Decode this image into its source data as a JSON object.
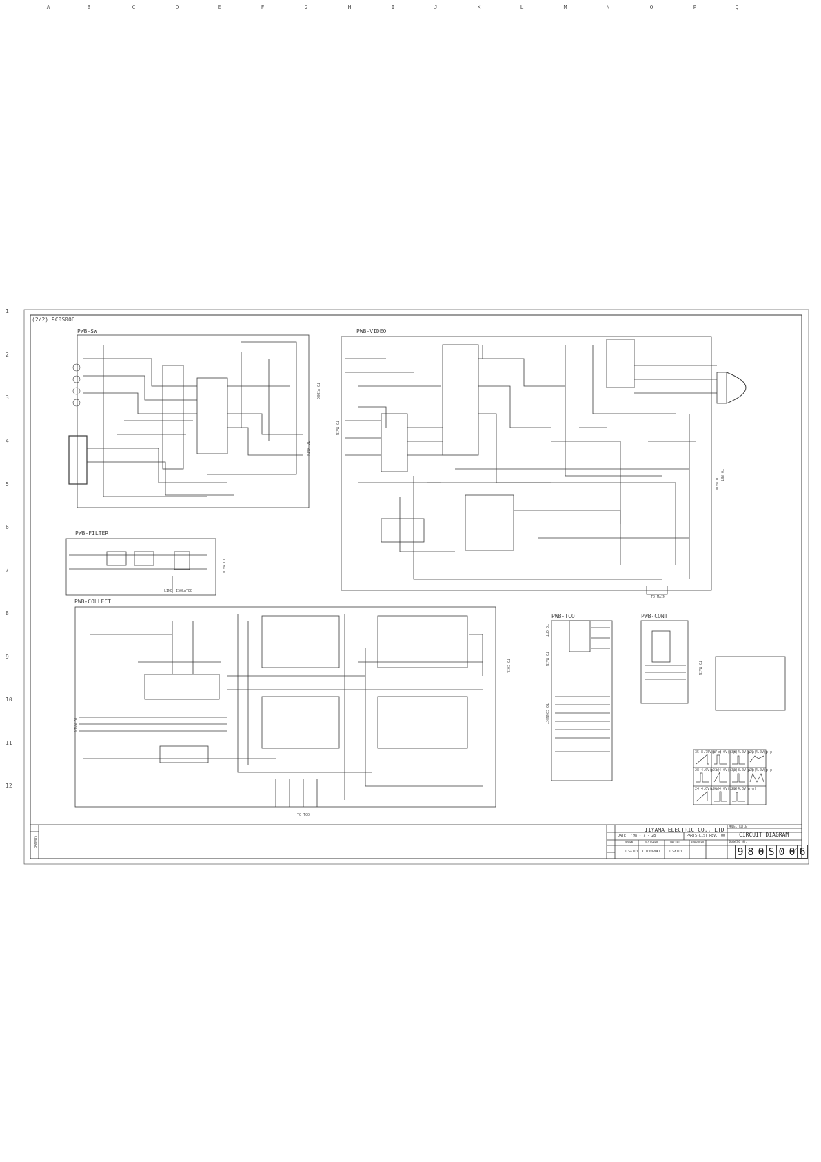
{
  "grid": {
    "columns": [
      "A",
      "B",
      "C",
      "D",
      "E",
      "F",
      "G",
      "H",
      "I",
      "J",
      "K",
      "L",
      "M",
      "N",
      "O",
      "P",
      "Q"
    ],
    "rows": [
      "1",
      "2",
      "3",
      "4",
      "5",
      "6",
      "7",
      "8",
      "9",
      "10",
      "11",
      "12"
    ]
  },
  "sheet_ref": "(2/2) 9C0S006",
  "blocks": {
    "sw": "PWB-SW",
    "video": "PWB-VIDEO",
    "filter": "PWB-FILTER",
    "collect": "PWB-COLLECT",
    "tco": "PWB-TCO",
    "cont": "PWB-CONT"
  },
  "connectors": {
    "to_video": "TO VIDEO",
    "to_main_sw": "TO MAIN",
    "to_main_video": "TO MAIN",
    "to_fbt": "TO FBT",
    "to_main_right": "TO MAIN",
    "to_main_bottom": "TO MAIN",
    "to_main_filter": "TO MAIN",
    "line": "LINE",
    "isolated": "ISOLATED",
    "to_main_collect": "TO MAIN",
    "to_tco": "TO TCO",
    "to_coil": "TO COIL",
    "to_main_tco": "TO MAIN",
    "to_crt": "TO CRT",
    "to_connect": "TO CONNECT",
    "to_main_cont": "TO MAIN"
  },
  "title_block": {
    "company": "IIYAMA ELECTRIC CO., LTD",
    "title": "CIRCUIT DIAGRAM",
    "model_label": "MODEL TITLE",
    "drawing_no_label": "DRAWING NO.",
    "date_label": "DATE",
    "date_value": "'98 - 7 - 28",
    "parts_list_label": "PARTS-LIST REV.",
    "parts_list_value": "00",
    "drawn_label": "DRAWN",
    "designed_label": "DESIGNED",
    "checked_label": "CHECKED",
    "approved_label": "APPROVED",
    "drawn_by": "J.SAITO",
    "designed_by": "K.TODOROKI",
    "checked_by": "J.SAITO",
    "change_label": "CHANGE",
    "drawing_number_digits": [
      "9",
      "8",
      "0",
      "S",
      "0",
      "0",
      "6"
    ],
    "sheet_fraction": "2/2"
  },
  "waveforms": {
    "cells": [
      {
        "id": "35",
        "label": "8.75V(p-p)"
      },
      {
        "id": "37",
        "label": "4.0V(p-p)"
      },
      {
        "id": "38",
        "label": "4.0V(p-p)"
      },
      {
        "id": "29",
        "label": "4.0V(p-p)"
      },
      {
        "id": "28",
        "label": "4.0V(p-p)"
      },
      {
        "id": "23",
        "label": "4.0V(p-p)"
      },
      {
        "id": "32",
        "label": "8.0V(p-p)"
      },
      {
        "id": "25",
        "label": "4.0V(p-p)"
      },
      {
        "id": "24",
        "label": "4.0V(p-p)"
      },
      {
        "id": "26",
        "label": "4.0V(p-p)"
      },
      {
        "id": "29",
        "label": "4.0V(p-p)"
      }
    ]
  },
  "colors": {
    "line": "#3a3a3a",
    "frame": "#555555",
    "background": "#ffffff"
  }
}
